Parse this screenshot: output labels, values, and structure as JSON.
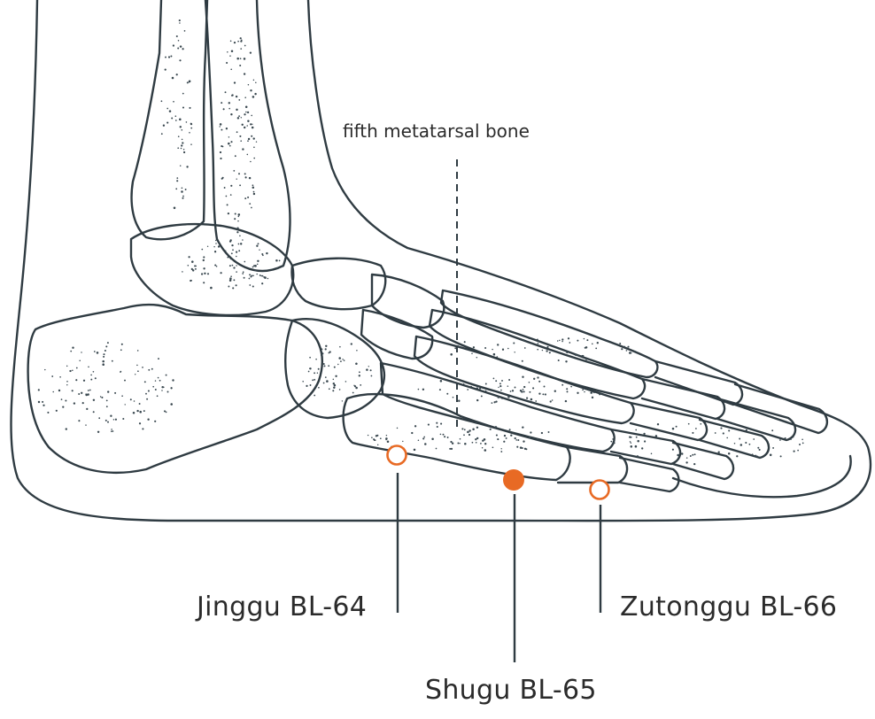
{
  "annotations": {
    "bone_label": "fifth metatarsal bone"
  },
  "points": [
    {
      "id": "jinggu",
      "label": "Jinggu BL-64",
      "filled": false
    },
    {
      "id": "shugu",
      "label": "Shugu BL-65",
      "filled": true
    },
    {
      "id": "zutonggu",
      "label": "Zutonggu BL-66",
      "filled": false
    }
  ],
  "colors": {
    "line": "#2f3b42",
    "point": "#e86a24",
    "text": "#2b2b2b",
    "stipple": "#3a4850"
  }
}
